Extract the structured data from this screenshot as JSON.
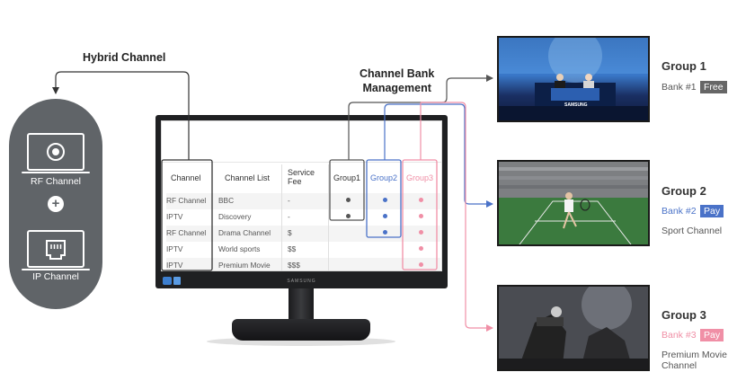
{
  "labels": {
    "hybrid_channel": "Hybrid Channel",
    "channel_bank_line1": "Channel Bank",
    "channel_bank_line2": "Management"
  },
  "sources": {
    "rf": "RF Channel",
    "plus": "+",
    "ip": "IP Channel"
  },
  "monitor": {
    "brand": "SAMSUNG"
  },
  "table": {
    "headers": {
      "channel": "Channel",
      "channel_list": "Channel List",
      "service_fee_line1": "Service",
      "service_fee_line2": "Fee",
      "group1": "Group1",
      "group2": "Group2",
      "group3": "Group3"
    },
    "rows": [
      {
        "channel": "RF Channel",
        "list": "BBC",
        "fee": "-",
        "g1": true,
        "g2": true,
        "g3": true
      },
      {
        "channel": "IPTV",
        "list": "Discovery",
        "fee": "-",
        "g1": true,
        "g2": true,
        "g3": true
      },
      {
        "channel": "RF Channel",
        "list": "Drama Channel",
        "fee": "$",
        "g1": false,
        "g2": true,
        "g3": true
      },
      {
        "channel": "IPTV",
        "list": "World sports",
        "fee": "$$",
        "g1": false,
        "g2": false,
        "g3": true
      },
      {
        "channel": "IPTV",
        "list": "Premium Movie",
        "fee": "$$$",
        "g1": false,
        "g2": false,
        "g3": true
      }
    ]
  },
  "groups": [
    {
      "title": "Group 1",
      "bank": "Bank #1",
      "badge": "Free",
      "desc_line1": "",
      "desc_line2": "",
      "thumb_text": "SAMSUNG"
    },
    {
      "title": "Group 2",
      "bank": "Bank #2",
      "badge": "Pay",
      "desc_line1": "Sport Channel",
      "desc_line2": ""
    },
    {
      "title": "Group 3",
      "bank": "Bank #3",
      "badge": "Pay",
      "desc_line1": "Premium Movie",
      "desc_line2": "Channel"
    }
  ],
  "colors": {
    "group1": "#555555",
    "group2": "#4a72c8",
    "group3": "#f08fa6",
    "badge_free": "#666666",
    "badge_pay2": "#4a72c8",
    "badge_pay3": "#f08fa6",
    "pill": "#606468"
  }
}
